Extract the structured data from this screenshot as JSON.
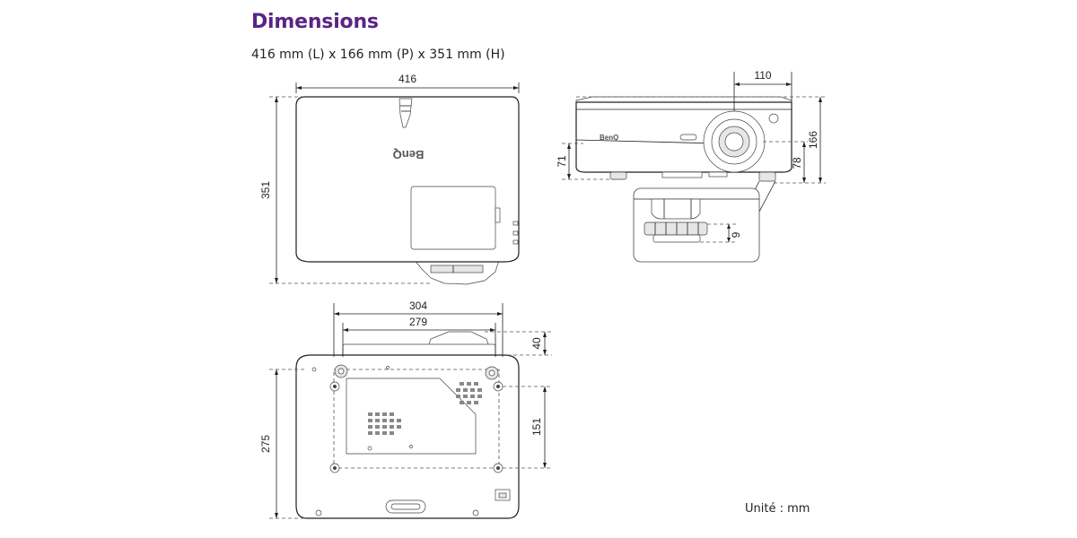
{
  "header": {
    "title": "Dimensions",
    "subtitle": "416 mm (L) x 166 mm (P) x 351 mm (H)"
  },
  "footer": {
    "units_note": "Unité : mm"
  },
  "brand": {
    "logo_text": "BenQ"
  },
  "dimensions": {
    "top_view": {
      "width": "416",
      "height": "351"
    },
    "front_view": {
      "lens_offset": "110",
      "height": "166",
      "foot_height_left": "71",
      "foot_height_right": "78",
      "foot_adjust": "9"
    },
    "bottom_view": {
      "outer_width": "304",
      "inner_width": "279",
      "lens_protrusion": "40",
      "depth": "275",
      "foot_spacing": "151"
    }
  },
  "colors": {
    "title": "#5a2483",
    "line": "#231f20"
  }
}
